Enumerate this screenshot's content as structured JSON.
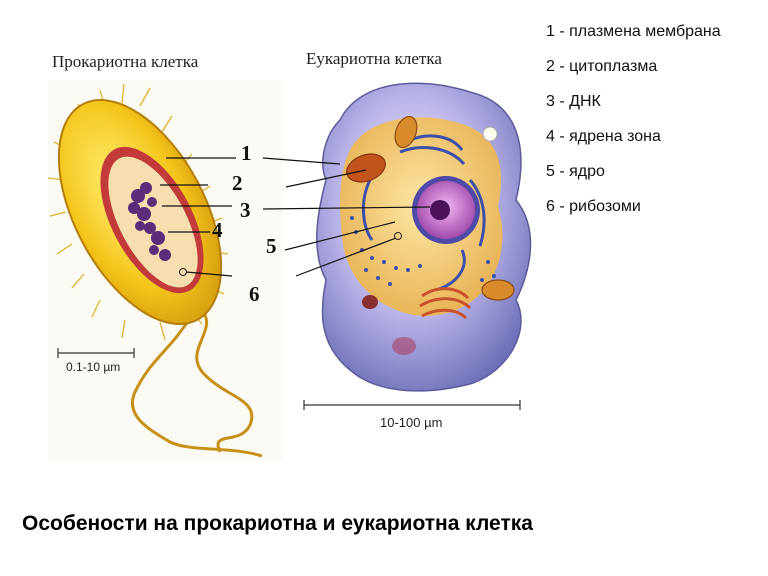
{
  "diagram": {
    "prokaryote_title": "Прокариотна клетка",
    "eukaryote_title": "Еукариотна клетка",
    "prokaryote_scale": "0.1-10 µm",
    "eukaryote_scale": "10-100 µm",
    "callouts": [
      "1",
      "2",
      "3",
      "4",
      "5",
      "6"
    ]
  },
  "legend": [
    "1 - плазмена мембрана",
    "2 - цитоплазма",
    "3  - ДНК",
    "4 - ядрена зона",
    "5 - ядро",
    "6 - рибозоми"
  ],
  "caption": "Особености на прокариотна и еукариотна клетка"
}
